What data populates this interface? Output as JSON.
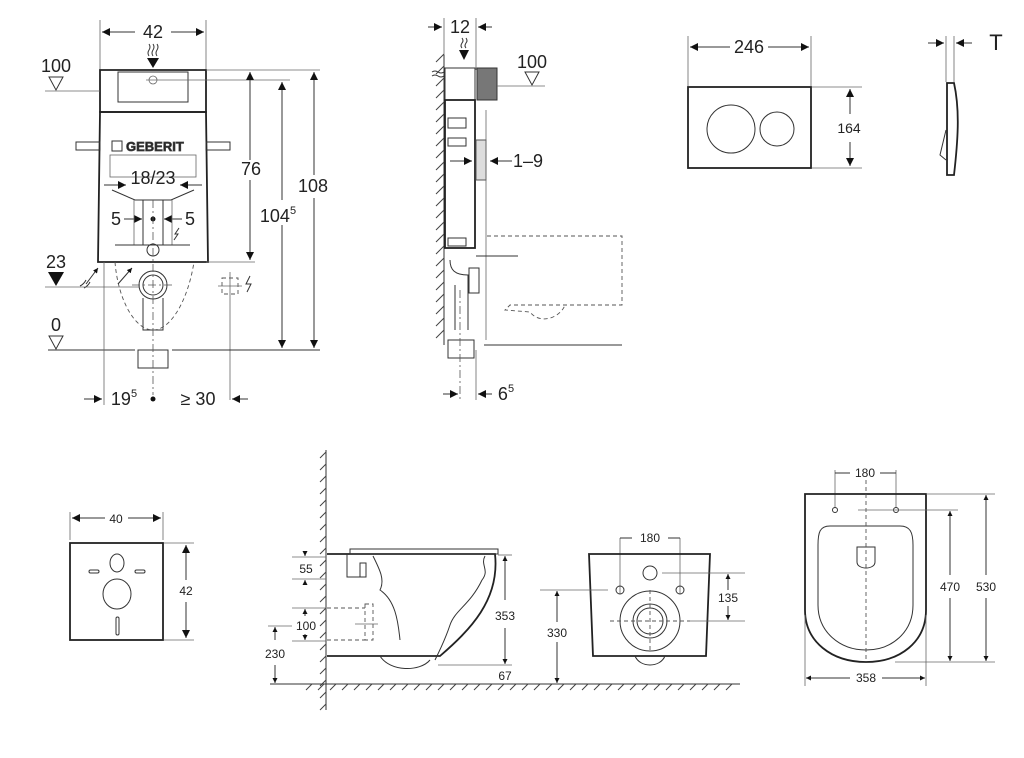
{
  "brand": "GEBERIT",
  "frame_front": {
    "width": "42",
    "level_top": "100",
    "level_floor": "0",
    "level_supply": "23",
    "dim_76": "76",
    "dim_104": "104",
    "dim_104_sup": "5",
    "dim_108": "108",
    "dim_18_23": "18/23",
    "dim_5_left": "5",
    "dim_5_right": "5",
    "dim_19": "19",
    "dim_19_sup": "5",
    "dim_30": "≥ 30"
  },
  "frame_side": {
    "depth": "12",
    "level": "100",
    "dim_1_9": "1–9",
    "dim_6": "6",
    "dim_6_sup": "5"
  },
  "flush_plate": {
    "width": "246",
    "height": "164",
    "thickness": "T"
  },
  "sound_pad": {
    "width": "40",
    "height": "42"
  },
  "toilet_side": {
    "dim_55": "55",
    "dim_100": "100",
    "dim_230": "230",
    "dim_353": "353",
    "dim_67": "67"
  },
  "toilet_back": {
    "dim_180": "180",
    "dim_135": "135",
    "dim_330": "330"
  },
  "toilet_top": {
    "dim_180": "180",
    "dim_470": "470",
    "dim_530": "530",
    "dim_358": "358"
  }
}
